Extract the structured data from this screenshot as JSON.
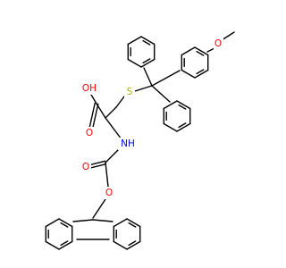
{
  "molecule": {
    "colors": {
      "bond": "#000000",
      "oxygen": "#ff0000",
      "nitrogen": "#0000ff",
      "sulfur": "#b2b200",
      "background": "#ffffff"
    },
    "atom_labels": {
      "oh": "OH",
      "methoxy_o": "O",
      "sulfur": "S",
      "nh": "NH",
      "carbonyl_o_acid": "O",
      "carbonyl_o_carbamate": "O",
      "ester_o": "O"
    }
  }
}
